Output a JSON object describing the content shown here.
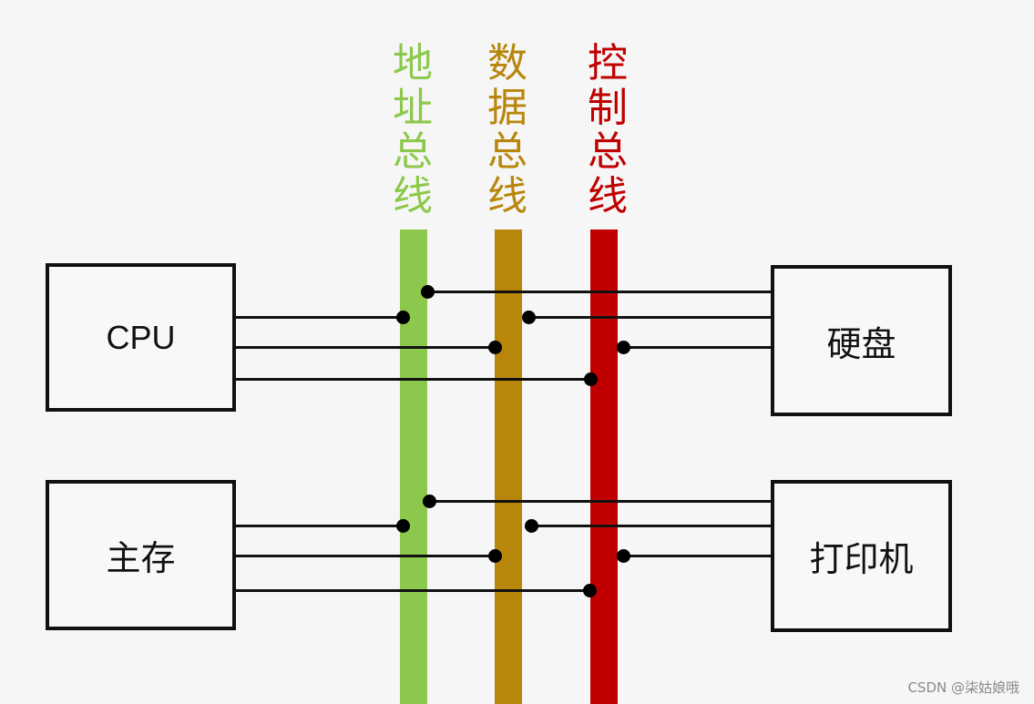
{
  "buses": [
    {
      "id": "address",
      "label": "地址总线",
      "color": "#8cc84b",
      "text_color": "#8cc84b"
    },
    {
      "id": "data",
      "label": "数据总线",
      "color": "#b8860b",
      "text_color": "#b8860b"
    },
    {
      "id": "control",
      "label": "控制总线",
      "color": "#c00000",
      "text_color": "#c00000"
    }
  ],
  "components": {
    "cpu": "CPU",
    "disk": "硬盘",
    "memory": "主存",
    "printer": "打印机"
  },
  "connections": [
    {
      "from": "cpu",
      "bus": "address"
    },
    {
      "from": "cpu",
      "bus": "data"
    },
    {
      "from": "cpu",
      "bus": "control"
    },
    {
      "from": "disk",
      "bus": "address"
    },
    {
      "from": "disk",
      "bus": "data"
    },
    {
      "from": "disk",
      "bus": "control"
    },
    {
      "from": "memory",
      "bus": "address"
    },
    {
      "from": "memory",
      "bus": "data"
    },
    {
      "from": "memory",
      "bus": "control"
    },
    {
      "from": "printer",
      "bus": "address"
    },
    {
      "from": "printer",
      "bus": "data"
    },
    {
      "from": "printer",
      "bus": "control"
    }
  ],
  "watermark": "CSDN @柒姑娘哦"
}
